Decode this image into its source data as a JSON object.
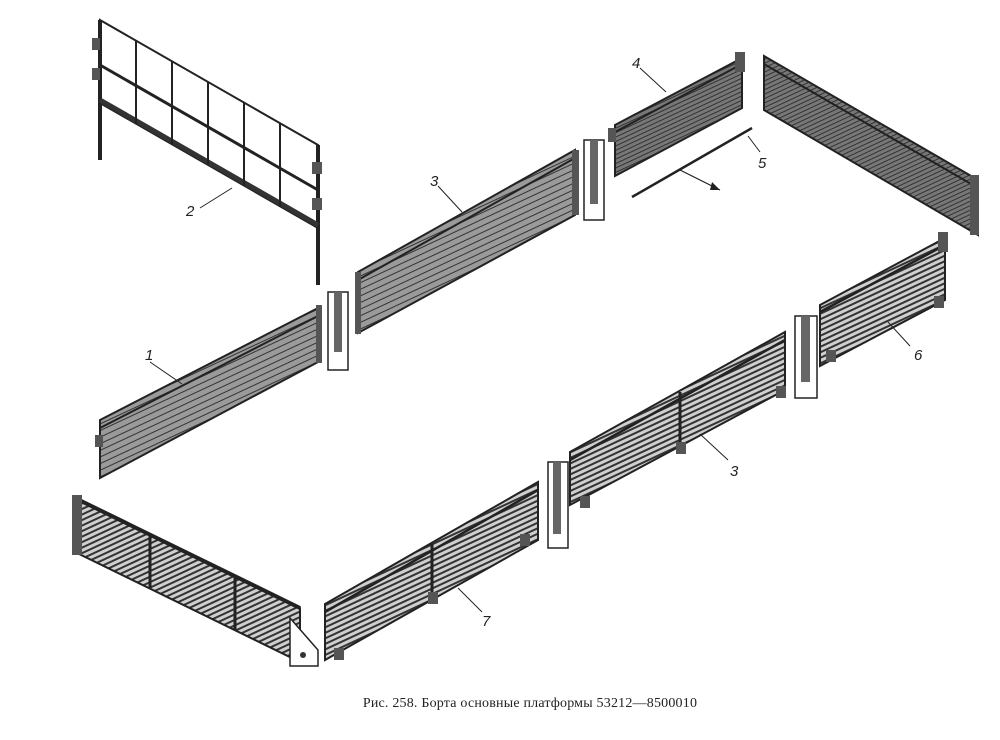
{
  "figure": {
    "caption": "Рис. 258. Борта основные платформы 53212—8500010"
  },
  "callouts": [
    {
      "id": "front-board",
      "label": "1"
    },
    {
      "id": "cab-guard",
      "label": "2"
    },
    {
      "id": "side-board-left",
      "label": "3"
    },
    {
      "id": "rear-board",
      "label": "4"
    },
    {
      "id": "rod",
      "label": "5"
    },
    {
      "id": "side-board-right-rear",
      "label": "6"
    },
    {
      "id": "side-board-right-front",
      "label": "7"
    },
    {
      "id": "side-board-right-mid",
      "label": "3"
    }
  ]
}
